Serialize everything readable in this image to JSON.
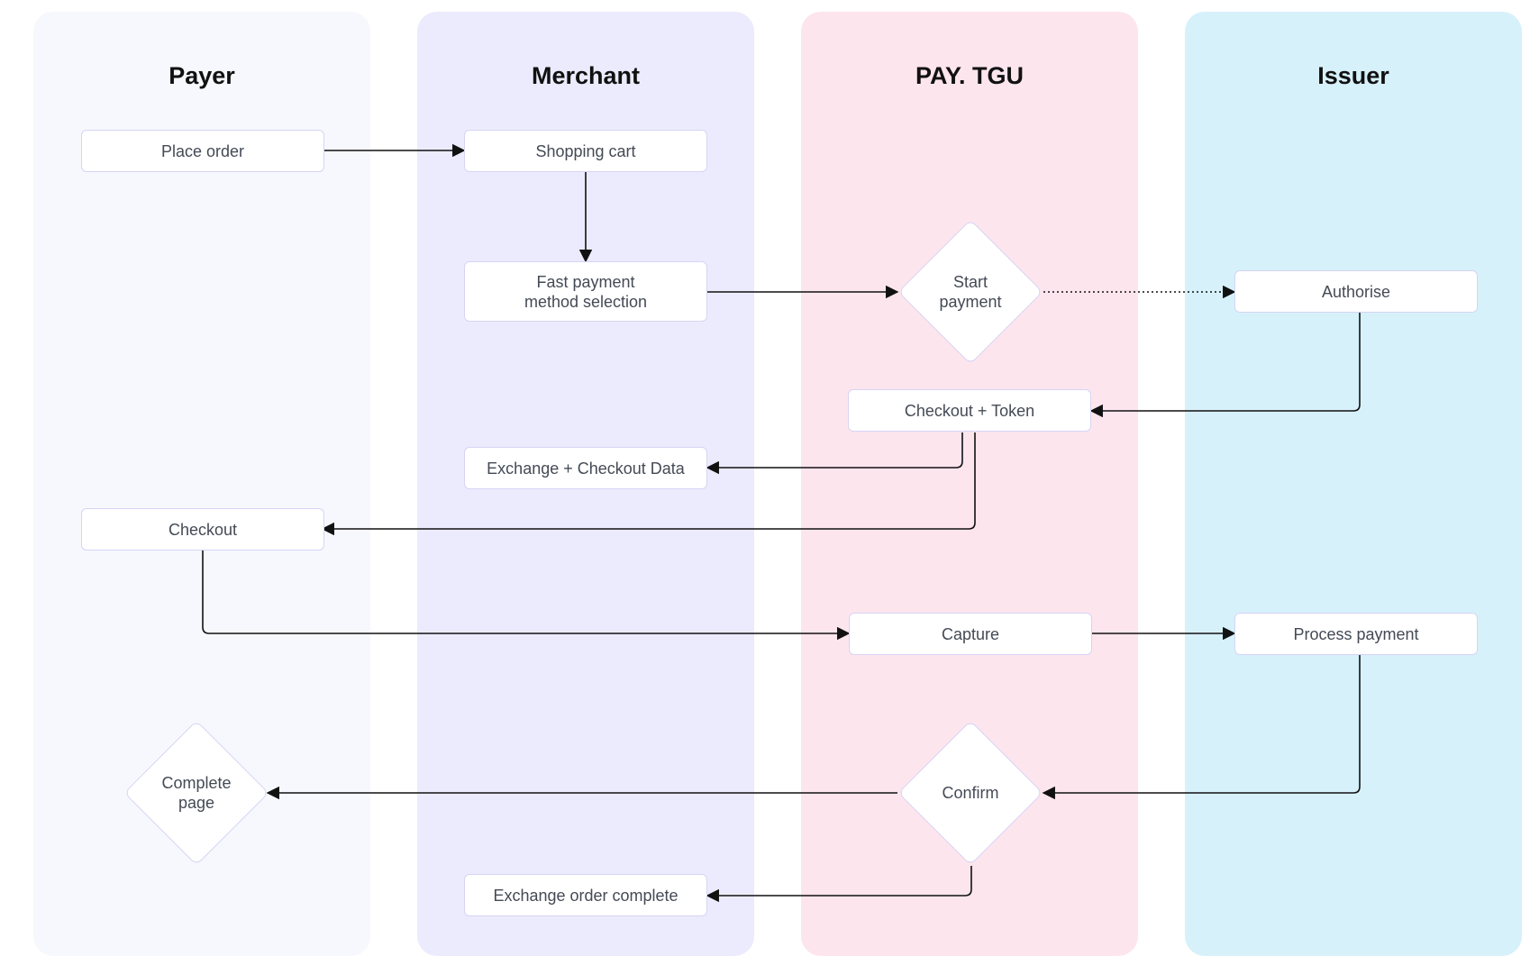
{
  "colors": {
    "lane_payer": "#f7f8fd",
    "lane_merchant": "#ecebfd",
    "lane_paytgu": "#fde5ee",
    "lane_issuer": "#d7f1fa",
    "node_border": "#d6d4f4",
    "edge": "#111111"
  },
  "lanes": {
    "payer": "Payer",
    "merchant": "Merchant",
    "paytgu": "PAY. TGU",
    "issuer": "Issuer"
  },
  "nodes": {
    "place_order": "Place order",
    "shopping_cart": "Shopping cart",
    "fast_payment": "Fast payment\nmethod selection",
    "start_payment": "Start\npayment",
    "authorise": "Authorise",
    "checkout_token": "Checkout + Token",
    "exchange_checkout": "Exchange + Checkout Data",
    "checkout": "Checkout",
    "capture": "Capture",
    "process_payment": "Process payment",
    "complete_page": "Complete\npage",
    "confirm": "Confirm",
    "exchange_order": "Exchange order complete"
  }
}
